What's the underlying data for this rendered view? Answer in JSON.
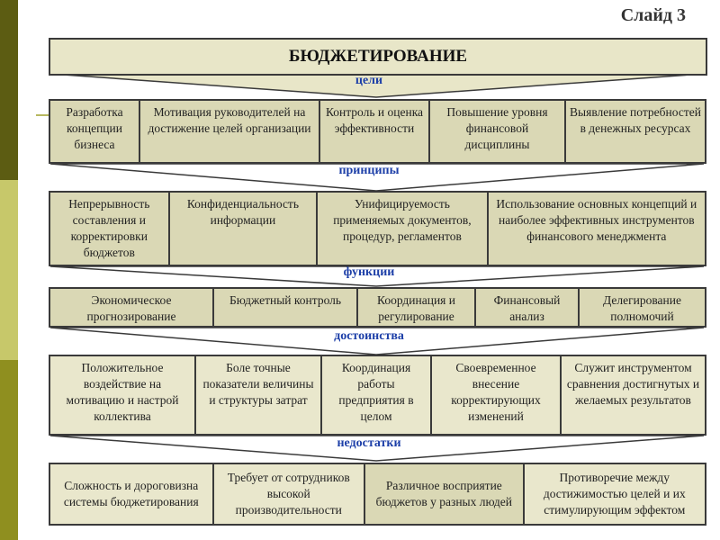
{
  "slide_label": "Слайд 3",
  "title": "БЮДЖЕТИРОВАНИЕ",
  "sections": {
    "goals": {
      "label": "цели",
      "items": [
        "Разработка концепции бизнеса",
        "Мотивация руководителей на достижение целей организации",
        "Контроль и оценка эффективности",
        "Повышение уровня финансовой дисциплины",
        "Выявление потребностей в денежных ресурсах"
      ]
    },
    "principles": {
      "label": "принципы",
      "items": [
        "Непрерывность составления и корректировки бюджетов",
        "Конфиденциальность информации",
        "Унифицируемость применяемых документов, процедур, регламентов",
        "Использование основных концепций и наиболее эффективных инструментов финансового менеджмента"
      ]
    },
    "functions": {
      "label": "функции",
      "items": [
        "Экономическое прогнозирование",
        "Бюджетный контроль",
        "Координация и регулирование",
        "Финансовый анализ",
        "Делегирование полномочий"
      ]
    },
    "advantages": {
      "label": "достоинства",
      "items": [
        "Положительное воздействие на мотивацию и настрой коллектива",
        "Боле точные показатели величины и структуры затрат",
        "Координация работы предприятия в целом",
        "Своевременное внесение корректирующих изменений",
        "Служит инструментом сравнения достигнутых и желаемых результатов"
      ]
    },
    "disadvantages": {
      "label": "недостатки",
      "items": [
        "Сложность и дороговизна системы бюджетирования",
        "Требует от сотрудников высокой производительности",
        "Различное восприятие бюджетов у разных людей",
        "Противоречие между достижимостью целей и их стимулирующим эффектом"
      ]
    }
  },
  "colors": {
    "box_fill": "#dad8b5",
    "box_fill_light": "#e9e7cc",
    "label_color": "#1d3fa8",
    "stripe_dark": "#5c5c12",
    "stripe_light": "#c7c86a"
  }
}
